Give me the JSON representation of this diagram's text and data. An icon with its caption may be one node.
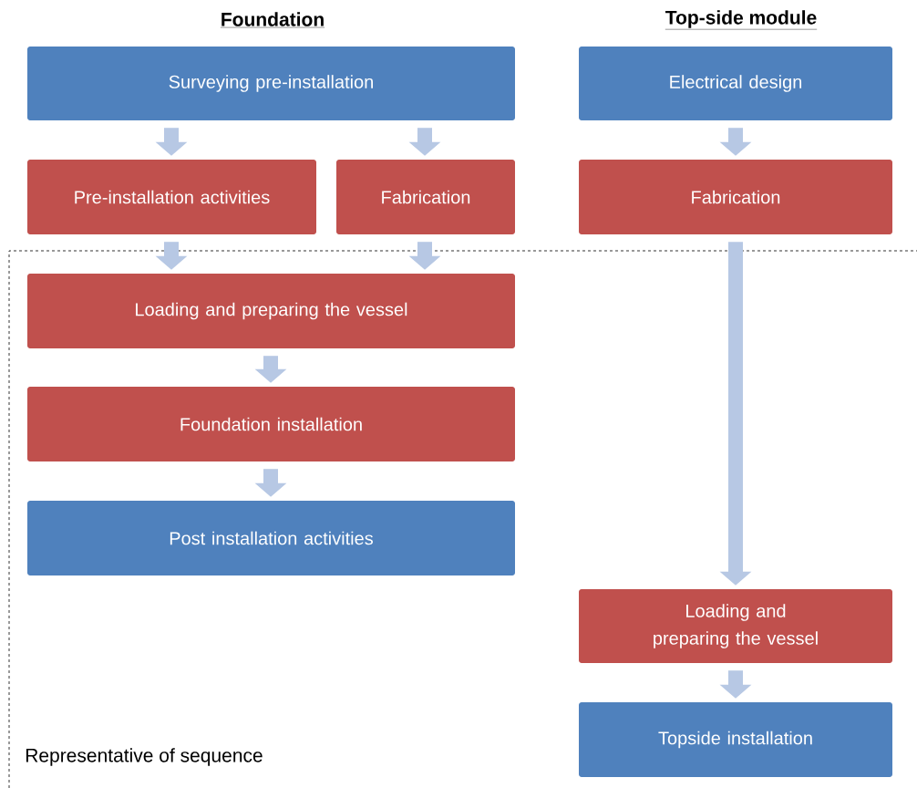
{
  "diagram": {
    "nodes": [
      {
        "text": [
          "Surveying pre-installation"
        ]
      },
      {
        "text": [
          "Pre-installation activities"
        ]
      },
      {
        "text": [
          "Fabrication"
        ]
      },
      {
        "text": [
          "Loading and preparing the vessel"
        ]
      },
      {
        "text": [
          "Foundation installation"
        ]
      },
      {
        "text": [
          "Post installation activities"
        ]
      },
      {
        "text": [
          "Electrical design"
        ]
      },
      {
        "text": [
          "Fabrication"
        ]
      },
      {
        "text": [
          "Loading and preparing the vessel"
        ]
      },
      {
        "text": [
          "Topside installation"
        ]
      }
    ],
    "edges": [
      {
        "from": 0,
        "to": 1,
        "arrow": "to"
      },
      {
        "from": 0,
        "to": 2,
        "arrow": "to"
      },
      {
        "from": 1,
        "to": 3,
        "arrow": "to"
      },
      {
        "from": 2,
        "to": 3,
        "arrow": "to"
      },
      {
        "from": 3,
        "to": 4,
        "arrow": "to"
      },
      {
        "from": 4,
        "to": 5,
        "arrow": "to"
      },
      {
        "from": 6,
        "to": 7,
        "arrow": "to"
      },
      {
        "from": 7,
        "to": 8,
        "arrow": "to"
      },
      {
        "from": 8,
        "to": 9,
        "arrow": "to"
      }
    ],
    "labels": [
      "Foundation",
      "Top-side module",
      "Representative of sequence"
    ]
  }
}
